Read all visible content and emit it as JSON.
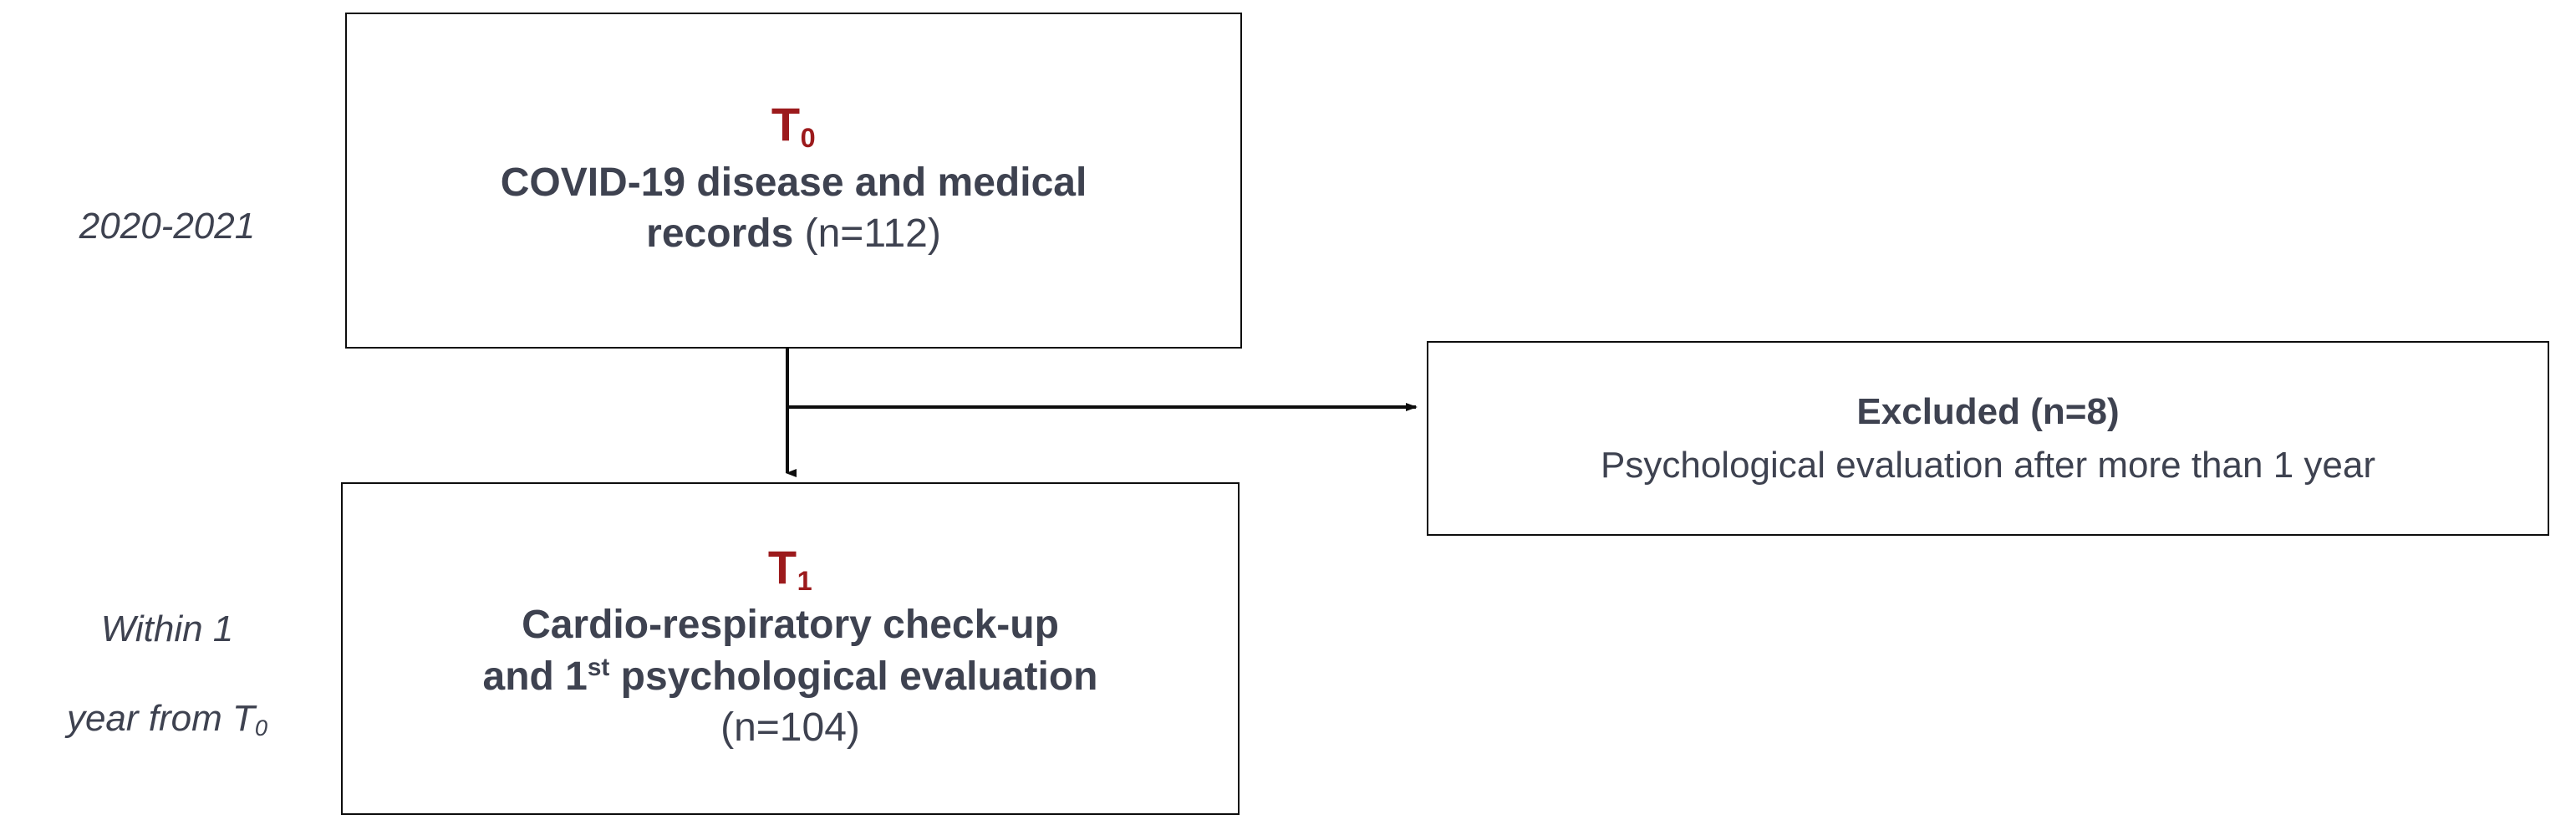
{
  "diagram": {
    "title_caption": "",
    "colors": {
      "accent_red": "#9c1a1c",
      "text": "#3e4250",
      "border": "#0d0d0d",
      "background": "#ffffff"
    },
    "timeline_labels": [
      {
        "id": "t0-period",
        "text": "2020-2021"
      },
      {
        "id": "t1-period",
        "line1": "Within 1",
        "line2": "year from T",
        "sub": "0"
      }
    ],
    "nodes": [
      {
        "id": "t0",
        "timepoint": "T",
        "timepoint_sub": "0",
        "line1": "COVID-19 disease and medical",
        "line2_bold": "records",
        "line2_count": " (n=112)",
        "n": 112
      },
      {
        "id": "t1",
        "timepoint": "T",
        "timepoint_sub": "1",
        "line1": "Cardio-respiratory check-up",
        "line2_pre": "and 1",
        "line2_sup": "st",
        "line2_post": " psychological evaluation",
        "line3_count": "(n=104)",
        "n": 104
      },
      {
        "id": "excluded",
        "title": "Excluded (n=8)",
        "reason": "Psychological evaluation after more than 1 year",
        "n": 8
      }
    ],
    "connectors": [
      {
        "id": "t0-to-t1",
        "type": "arrow-down",
        "from": "t0",
        "to": "t1"
      },
      {
        "id": "t0-to-excluded",
        "type": "arrow-right",
        "from": "t0",
        "to": "excluded"
      }
    ]
  }
}
